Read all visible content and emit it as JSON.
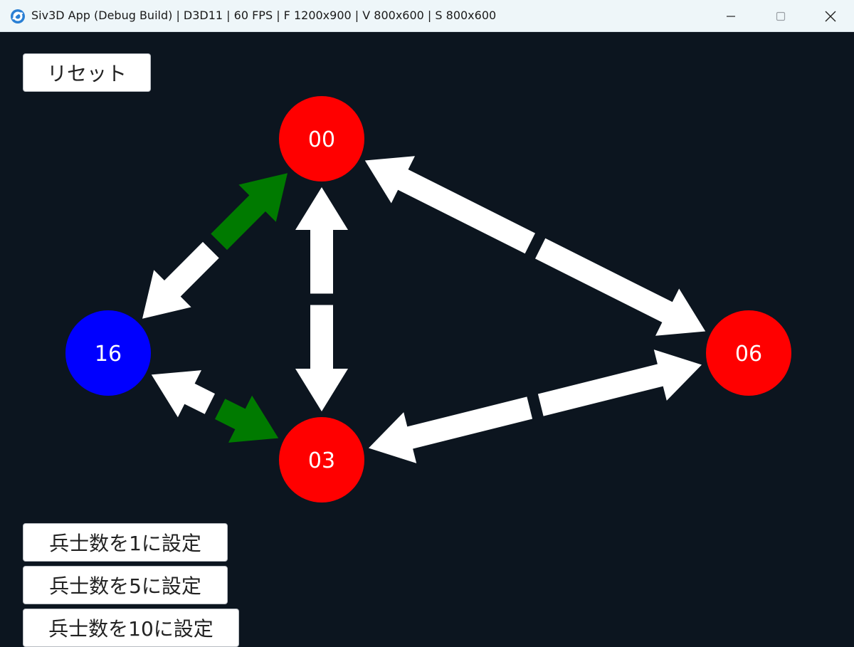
{
  "window": {
    "title": "Siv3D App (Debug Build) | D3D11 | 60 FPS | F 1200x900 | V 800x600 | S 800x600",
    "app_icon": "siv3d-app-icon",
    "controls": {
      "minimize": "minimize-icon",
      "maximize": "maximize-icon",
      "close": "close-icon"
    }
  },
  "colors": {
    "background": "#0c151f",
    "enemy_node": "#ff0000",
    "player_node": "#0000ff",
    "edge_default": "#ffffff",
    "edge_active": "#007a00"
  },
  "buttons": {
    "reset": "リセット",
    "set_soldiers_1": "兵士数を1に設定",
    "set_soldiers_5": "兵士数を5に設定",
    "set_soldiers_10": "兵士数を10に設定"
  },
  "graph": {
    "nodes": [
      {
        "id": "n0",
        "label": "00",
        "owner": "enemy"
      },
      {
        "id": "n1",
        "label": "16",
        "owner": "player"
      },
      {
        "id": "n2",
        "label": "03",
        "owner": "enemy"
      },
      {
        "id": "n3",
        "label": "06",
        "owner": "enemy"
      }
    ],
    "arrows": [
      {
        "from": "n1",
        "to": "n0",
        "state": "active"
      },
      {
        "from": "n0",
        "to": "n1",
        "state": "default"
      },
      {
        "from": "n1",
        "to": "n2",
        "state": "active"
      },
      {
        "from": "n2",
        "to": "n1",
        "state": "default"
      },
      {
        "from": "n0",
        "to": "n2",
        "state": "default"
      },
      {
        "from": "n2",
        "to": "n0",
        "state": "default"
      },
      {
        "from": "n0",
        "to": "n3",
        "state": "default"
      },
      {
        "from": "n3",
        "to": "n0",
        "state": "default"
      },
      {
        "from": "n2",
        "to": "n3",
        "state": "default"
      },
      {
        "from": "n3",
        "to": "n2",
        "state": "default"
      }
    ]
  }
}
